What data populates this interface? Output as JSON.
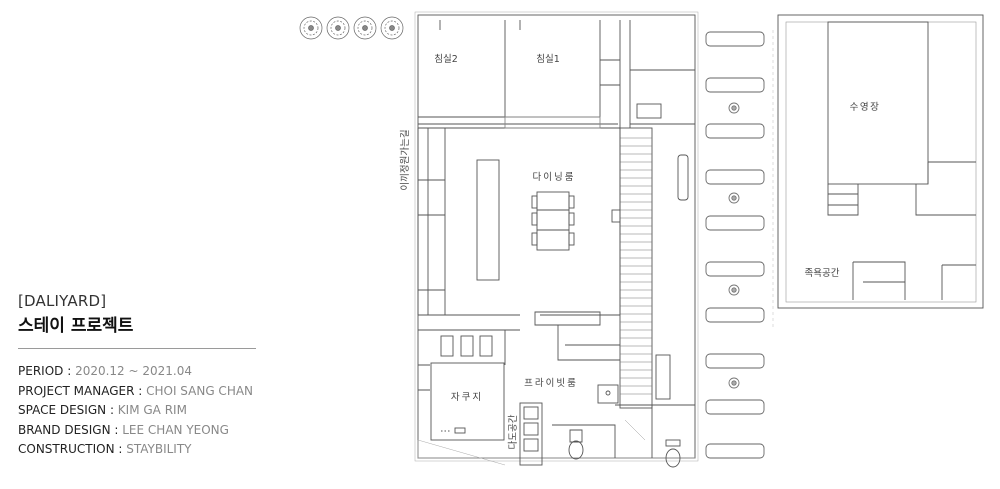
{
  "project": {
    "brand": "[DALIYARD]",
    "title": "스테이 프로젝트"
  },
  "credits": [
    {
      "label": "PERIOD",
      "value": "2020.12 ~ 2021.04"
    },
    {
      "label": "PROJECT MANAGER",
      "value": "CHOI SANG CHAN"
    },
    {
      "label": "SPACE DESIGN",
      "value": "KIM GA RIM"
    },
    {
      "label": "BRAND DESIGN",
      "value": "LEE CHAN YEONG"
    },
    {
      "label": "CONSTRUCTION",
      "value": "STAYBILITY"
    }
  ],
  "rooms": {
    "bedroom2": "침실2",
    "bedroom1": "침실1",
    "dining": "다이닝룸",
    "private": "프라이빗룸",
    "jacuzzi": "자쿠지",
    "tea": "다도공간",
    "pool": "수영장",
    "footbath": "족욕공간",
    "street": "이끼정원가는길"
  }
}
